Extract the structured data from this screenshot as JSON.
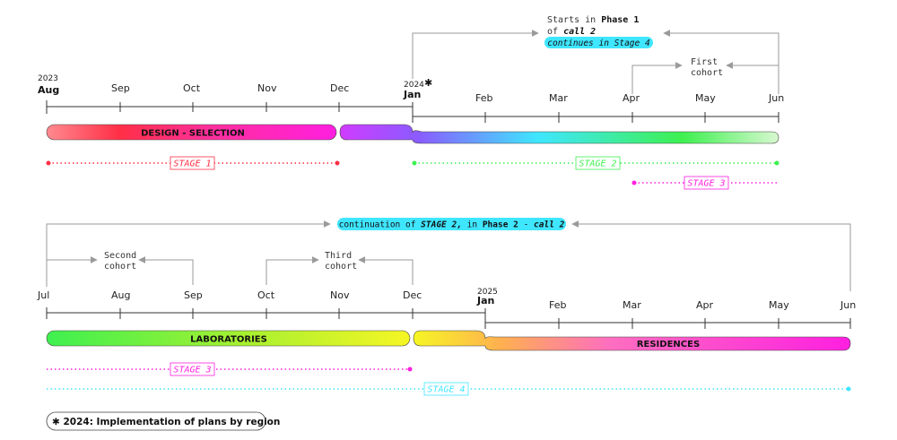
{
  "colors": {
    "red": "#ff2f46",
    "magenta": "#ff1fe0",
    "purple": "#b040ff",
    "cyan": "#3fe6ff",
    "green": "#3ef050",
    "yellow": "#f6f624",
    "orange": "#ffaa55",
    "axis": "#333333",
    "arrow": "#9a9a9a"
  },
  "row1": {
    "year_start": "2023",
    "months_a": [
      "Aug",
      "Sep",
      "Oct",
      "Nov",
      "Dec"
    ],
    "year_mid": "2024",
    "asterisk": "✱",
    "months_b": [
      "Jan",
      "Feb",
      "Mar",
      "Apr",
      "May",
      "Jun"
    ],
    "bar_a": "DESIGN - SELECTION",
    "stage1": "STAGE 1",
    "stage2": "STAGE 2",
    "stage3": "STAGE 3"
  },
  "ann1": {
    "line1": "Starts in ",
    "line1_bold": "Phase 1",
    "line2": "of ",
    "line2_bold_italic": "call 2",
    "pill": "continues in Stage 4",
    "first_cohort_1": "First",
    "first_cohort_2": "cohort"
  },
  "ann2": {
    "pill_a": "continuation of ",
    "pill_b": "STAGE 2,",
    "pill_c": " in ",
    "pill_d": "Phase 2",
    "pill_e": " - ",
    "pill_f": "call 2",
    "second_cohort_1": "Second",
    "second_cohort_2": "cohort",
    "third_cohort_1": "Third",
    "third_cohort_2": "cohort"
  },
  "row2": {
    "months_a": [
      "Jul",
      "Aug",
      "Sep",
      "Oct",
      "Nov",
      "Dec"
    ],
    "year_mid": "2025",
    "months_b": [
      "Jan",
      "Feb",
      "Mar",
      "Apr",
      "May",
      "Jun"
    ],
    "bar_a": "LABORATORIES",
    "bar_b": "RESIDENCES",
    "stage3": "STAGE 3",
    "stage4": "STAGE 4"
  },
  "footnote": {
    "asterisk": "✱",
    "text": " 2024: Implementation of plans by region"
  }
}
